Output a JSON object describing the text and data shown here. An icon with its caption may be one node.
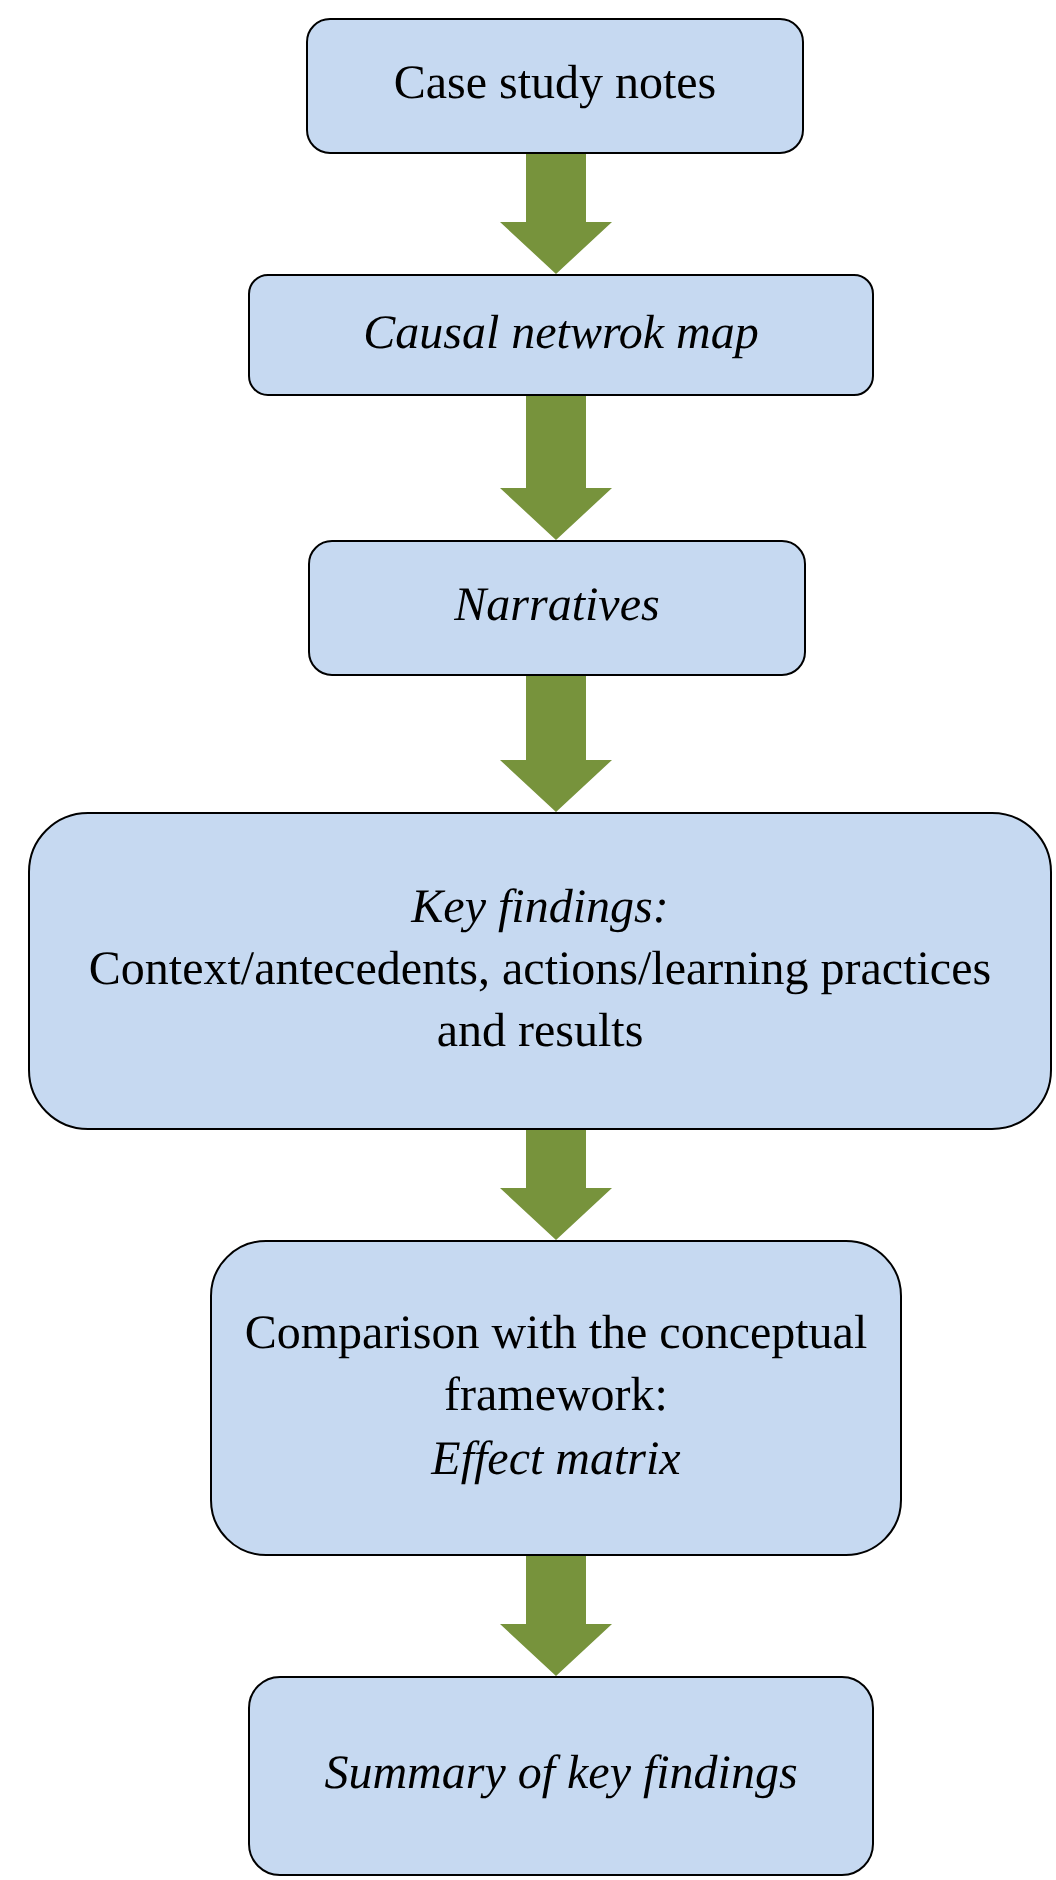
{
  "diagram": {
    "nodes": [
      {
        "text": [
          "Case study notes"
        ]
      },
      {
        "text": [
          "Causal netwrok map"
        ]
      },
      {
        "text": [
          "Narratives"
        ]
      },
      {
        "text": [
          "Key findings:",
          "Context/antecedents, actions/learning practices  and results"
        ]
      },
      {
        "text": [
          "Comparison with the conceptual framework:",
          "Effect matrix"
        ]
      },
      {
        "text": [
          "Summary of key findings"
        ]
      }
    ],
    "edges": [
      {
        "from": 0,
        "to": 1,
        "arrow": "to"
      },
      {
        "from": 1,
        "to": 2,
        "arrow": "to"
      },
      {
        "from": 2,
        "to": 3,
        "arrow": "to"
      },
      {
        "from": 3,
        "to": 4,
        "arrow": "to"
      },
      {
        "from": 4,
        "to": 5,
        "arrow": "to"
      }
    ]
  }
}
